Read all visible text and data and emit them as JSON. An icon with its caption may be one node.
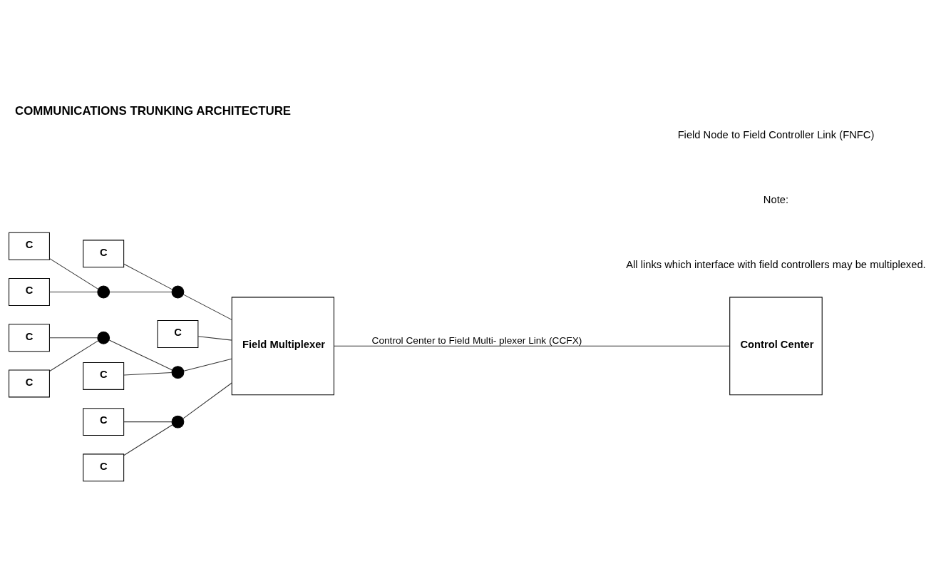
{
  "diagram": {
    "title": "COMMUNICATIONS TRUNKING ARCHITECTURE",
    "nodes": [
      {
        "text": [
          "C"
        ]
      },
      {
        "text": [
          "C"
        ]
      },
      {
        "text": [
          "C"
        ]
      },
      {
        "text": [
          "C"
        ]
      },
      {
        "text": [],
        "shape": "circle"
      },
      {
        "text": [],
        "shape": "circle"
      },
      {
        "text": [
          "Field Multiplexer"
        ]
      },
      {
        "text": [
          "Control Center"
        ]
      },
      {
        "text": [
          "C"
        ]
      },
      {
        "text": [
          "C"
        ]
      },
      {
        "text": [
          "C"
        ]
      },
      {
        "text": [],
        "shape": "circle"
      },
      {
        "text": [],
        "shape": "circle"
      },
      {
        "text": [
          "C"
        ]
      },
      {
        "text": [
          "C"
        ]
      },
      {
        "text": [],
        "shape": "circle"
      }
    ],
    "edges": [
      {
        "from": 0,
        "to": 4,
        "arrow": "none"
      },
      {
        "from": 1,
        "to": 4,
        "arrow": "none"
      },
      {
        "from": 4,
        "to": 5,
        "arrow": "none"
      },
      {
        "from": 2,
        "to": 5,
        "arrow": "none"
      },
      {
        "from": 5,
        "to": 6,
        "arrow": "none"
      },
      {
        "from": 3,
        "to": 6,
        "arrow": "none"
      },
      {
        "from": 6,
        "to": 7,
        "arrow": "none",
        "label": "Control Center to Field Multi- plexer Link (CCFX)"
      },
      {
        "from": 8,
        "to": 11,
        "arrow": "none"
      },
      {
        "from": 9,
        "to": 11,
        "arrow": "none"
      },
      {
        "from": 11,
        "to": 12,
        "arrow": "none"
      },
      {
        "from": 10,
        "to": 12,
        "arrow": "none"
      },
      {
        "from": 12,
        "to": 6,
        "arrow": "none"
      },
      {
        "from": 13,
        "to": 15,
        "arrow": "none"
      },
      {
        "from": 14,
        "to": 15,
        "arrow": "none"
      },
      {
        "from": 15,
        "to": 6,
        "arrow": "none"
      }
    ],
    "labels": [
      "Field Node to Field Controller Link (FNFC)",
      "Note:",
      "All links which interface with field controllers may be multiplexed."
    ]
  }
}
